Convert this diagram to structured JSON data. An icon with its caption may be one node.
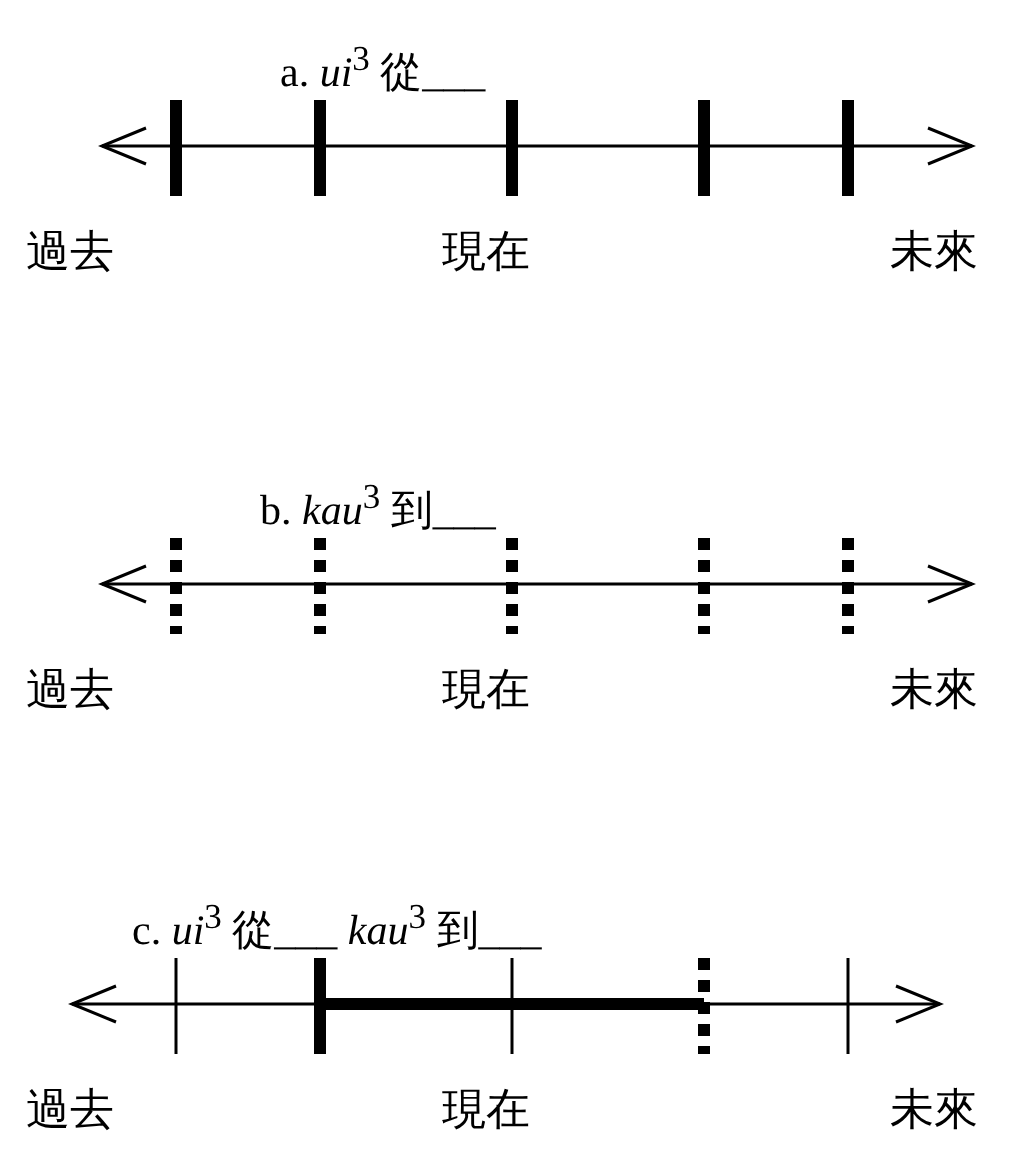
{
  "diagram": {
    "labels": [
      "a. *ui*$^{3}$ 從___",
      "過去",
      "現在",
      "未來",
      "b. *kau*$^{3}$ 到___",
      "過去",
      "現在",
      "未來",
      "c. *ui*$^{3}$ 從___ *kau*$^{3}$ 到___",
      "過去",
      "現在",
      "未來"
    ]
  }
}
